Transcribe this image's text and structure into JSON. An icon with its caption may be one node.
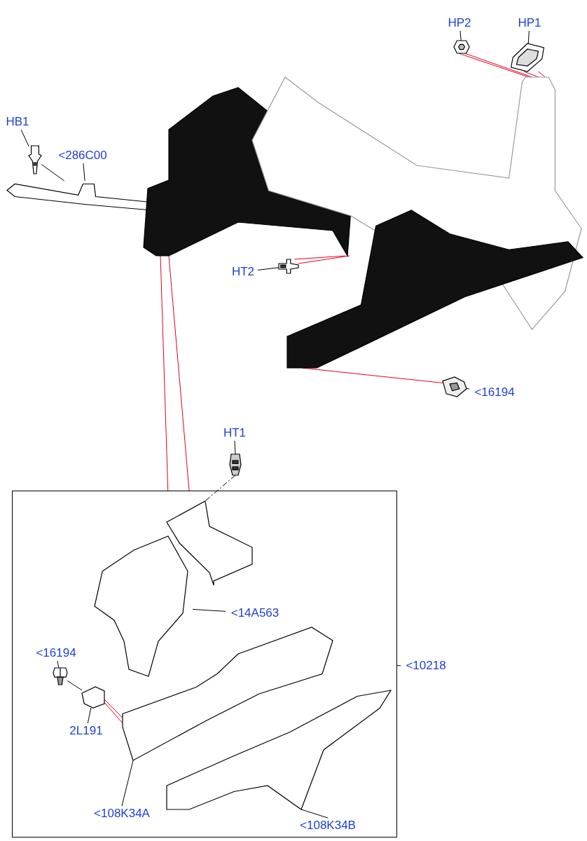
{
  "diagram": {
    "nodes": [
      {
        "text": [
          "HP2"
        ]
      },
      {
        "text": [
          "HP1"
        ]
      },
      {
        "text": [],
        "shape": "picture"
      },
      {
        "text": [],
        "shape": "picture"
      },
      {
        "text": [
          "HB1"
        ]
      },
      {
        "text": [
          "<286C00"
        ]
      },
      {
        "text": [],
        "shape": "picture"
      },
      {
        "text": [],
        "shape": "picture"
      },
      {
        "text": [],
        "shape": "picture"
      },
      {
        "text": [],
        "shape": "picture"
      },
      {
        "text": [
          "HT2"
        ]
      },
      {
        "text": [],
        "shape": "picture"
      },
      {
        "text": [],
        "shape": "picture"
      },
      {
        "text": [],
        "shape": "picture"
      },
      {
        "text": [
          "<16194"
        ]
      },
      {
        "text": [
          "HT1"
        ]
      },
      {
        "text": [],
        "shape": "picture"
      },
      {
        "text": [],
        "shape": "box"
      },
      {
        "text": [
          "<10218"
        ]
      },
      {
        "text": [],
        "shape": "picture",
        "in": 17
      },
      {
        "text": [],
        "shape": "picture",
        "in": 17
      },
      {
        "text": [
          "<14A563"
        ],
        "in": 17
      },
      {
        "text": [
          "<16194"
        ],
        "in": 17
      },
      {
        "text": [],
        "shape": "picture",
        "in": 17
      },
      {
        "text": [],
        "shape": "picture",
        "in": 17
      },
      {
        "text": [
          "2L191"
        ],
        "in": 17
      },
      {
        "text": [],
        "shape": "picture",
        "in": 17
      },
      {
        "text": [
          "<108K34A"
        ],
        "in": 17
      },
      {
        "text": [],
        "shape": "picture",
        "in": 17
      },
      {
        "text": [
          "<108K34B"
        ],
        "in": 17
      }
    ],
    "edges": [
      {
        "from": 0,
        "to": 2,
        "arrow": "none"
      },
      {
        "from": 1,
        "to": 3,
        "arrow": "none"
      },
      {
        "from": 2,
        "to": 9,
        "arrow": "none",
        "color": "#e3001b"
      },
      {
        "from": 2,
        "to": 9,
        "arrow": "none",
        "color": "#e3001b"
      },
      {
        "from": 3,
        "to": 9,
        "arrow": "none",
        "color": "#e3001b"
      },
      {
        "from": 3,
        "to": 9,
        "arrow": "none",
        "color": "#e3001b"
      },
      {
        "from": 4,
        "to": 6,
        "arrow": "none"
      },
      {
        "from": 6,
        "to": 7,
        "arrow": "none"
      },
      {
        "from": 5,
        "to": 7,
        "arrow": "none"
      },
      {
        "from": 10,
        "to": 11,
        "arrow": "none"
      },
      {
        "from": 11,
        "to": 8,
        "arrow": "none",
        "color": "#e3001b"
      },
      {
        "from": 11,
        "to": 8,
        "arrow": "none",
        "color": "#e3001b"
      },
      {
        "from": 14,
        "to": 13,
        "arrow": "none"
      },
      {
        "from": 13,
        "to": 12,
        "arrow": "none",
        "color": "#e3001b"
      },
      {
        "from": 8,
        "to": 17,
        "arrow": "none",
        "color": "#e3001b"
      },
      {
        "from": 8,
        "to": 17,
        "arrow": "none",
        "color": "#e3001b"
      },
      {
        "from": 15,
        "to": 16,
        "arrow": "none"
      },
      {
        "from": 16,
        "to": 19,
        "arrow": "none",
        "style": "dashed"
      },
      {
        "from": 18,
        "to": 17,
        "arrow": "none"
      },
      {
        "from": 21,
        "to": 20,
        "arrow": "none"
      },
      {
        "from": 22,
        "to": 23,
        "arrow": "none"
      },
      {
        "from": 23,
        "to": 24,
        "arrow": "none"
      },
      {
        "from": 25,
        "to": 24,
        "arrow": "none"
      },
      {
        "from": 24,
        "to": 26,
        "arrow": "none",
        "color": "#e3001b"
      },
      {
        "from": 24,
        "to": 26,
        "arrow": "none",
        "color": "#e3001b"
      },
      {
        "from": 27,
        "to": 26,
        "arrow": "none"
      },
      {
        "from": 29,
        "to": 28,
        "arrow": "none"
      }
    ]
  }
}
